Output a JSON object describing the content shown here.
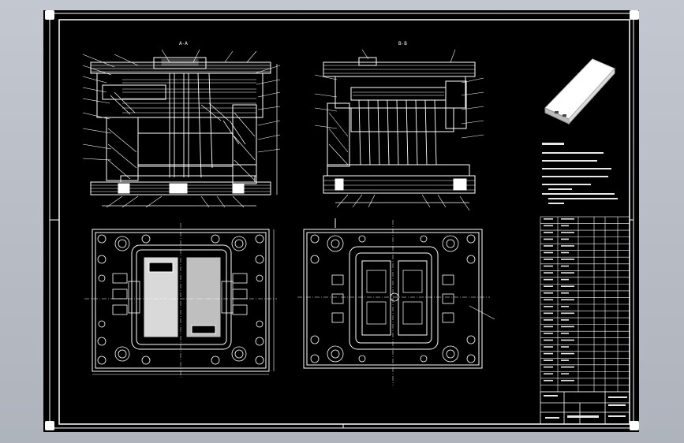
{
  "drawing": {
    "line_color": "#ffffff",
    "background": "#000000",
    "frame_color": "#ffffff",
    "views": [
      "main-section",
      "side-section",
      "moving-half-plan",
      "fixed-half-plan",
      "part-iso"
    ]
  },
  "title_block": {
    "has_bom_table": true,
    "bom_rows": 26
  }
}
